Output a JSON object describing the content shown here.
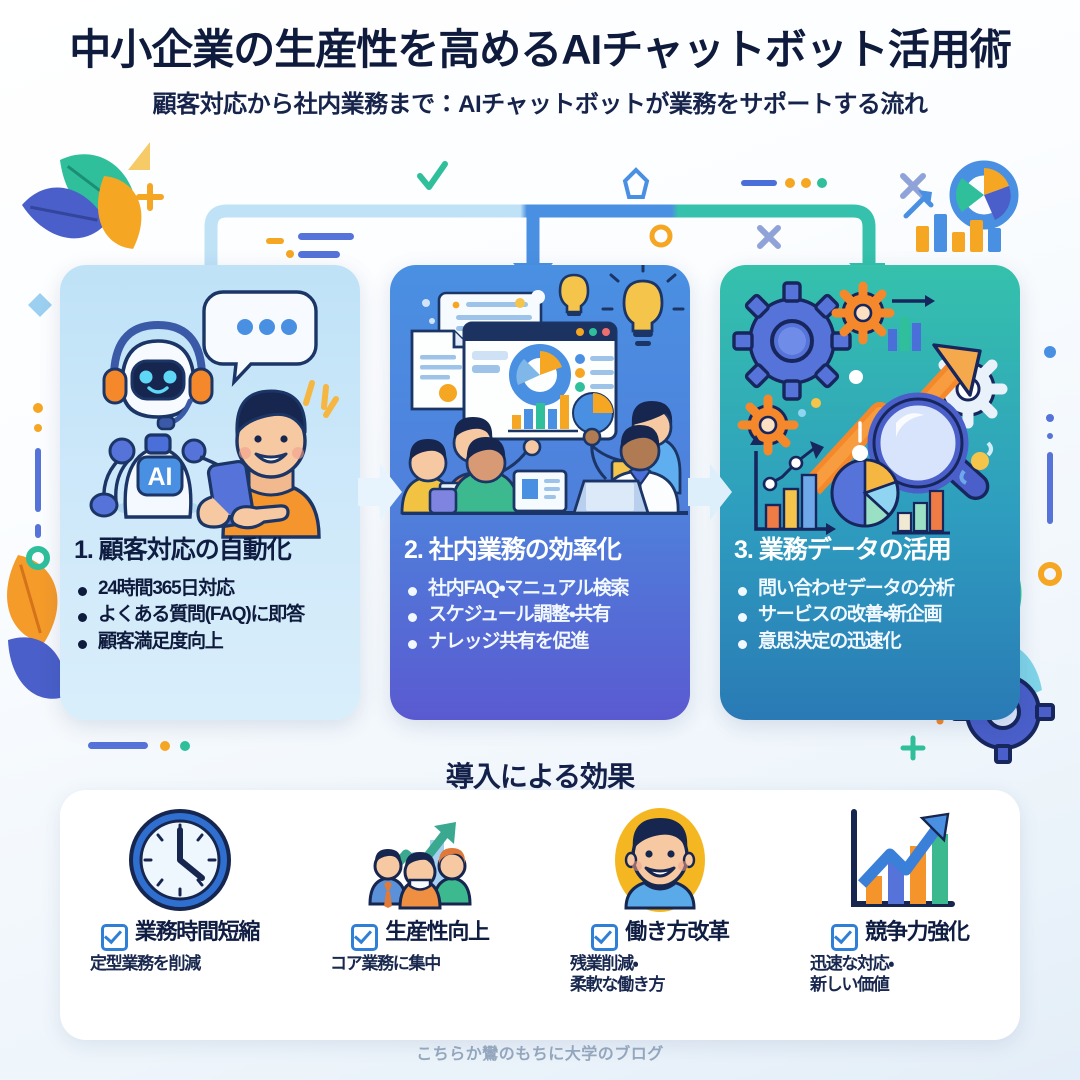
{
  "header": {
    "title": "中小企業の生産性を高めるAIチャットボット活用術",
    "subtitle": "顧客対応から社内業務まで：AIチャットボットが業務をサポートする流れ"
  },
  "colors": {
    "panel1_top": "#bfe2f7",
    "panel1_bottom": "#d9eefb",
    "panel2_top": "#4a90e2",
    "panel2_bottom": "#5a5ad0",
    "panel3_top": "#35c1ac",
    "panel3_bottom": "#2a7ab5",
    "title_text": "#0f1b3d",
    "accent_blue": "#2f7fd6",
    "accent_orange": "#f5a623",
    "accent_teal": "#35c1ac",
    "card_background": "#ffffff"
  },
  "panels": [
    {
      "heading": "1. 顧客対応の自動化",
      "items": [
        "24時間365日対応",
        "よくある質問(FAQ)に即答",
        "顧客満足度向上"
      ],
      "illustration": "ai-robot-headset-chat-bubble-person-smartphone",
      "robot_badge": "AI"
    },
    {
      "heading": "2. 社内業務の効率化",
      "items": [
        "社内FAQ・マニュアル検索",
        "スケジュール調整・共有",
        "ナレッジ共有を促進"
      ],
      "illustration": "team-dashboard-charts-lightbulbs"
    },
    {
      "heading": "3. 業務データの活用",
      "items": [
        "問い合わせデータの分析",
        "サービスの改善・新企画",
        "意思決定の迅速化"
      ],
      "illustration": "gears-growth-arrow-magnifier-charts"
    }
  ],
  "effects": {
    "title": "導入による効果",
    "items": [
      {
        "icon": "clock-icon",
        "label": "業務時間短縮",
        "sub": [
          "定型業務を削減"
        ]
      },
      {
        "icon": "team-growth-icon",
        "label": "生産性向上",
        "sub": [
          "コア業務に集中"
        ]
      },
      {
        "icon": "smiling-person-icon",
        "label": "働き方改革",
        "sub": [
          "残業削減・",
          "柔軟な働き方"
        ]
      },
      {
        "icon": "bar-chart-arrow-icon",
        "label": "競争力強化",
        "sub": [
          "迅速な対応・",
          "新しい価値"
        ]
      }
    ]
  },
  "footer": {
    "text": "こちらか鸞のもちに大学のブログ"
  }
}
